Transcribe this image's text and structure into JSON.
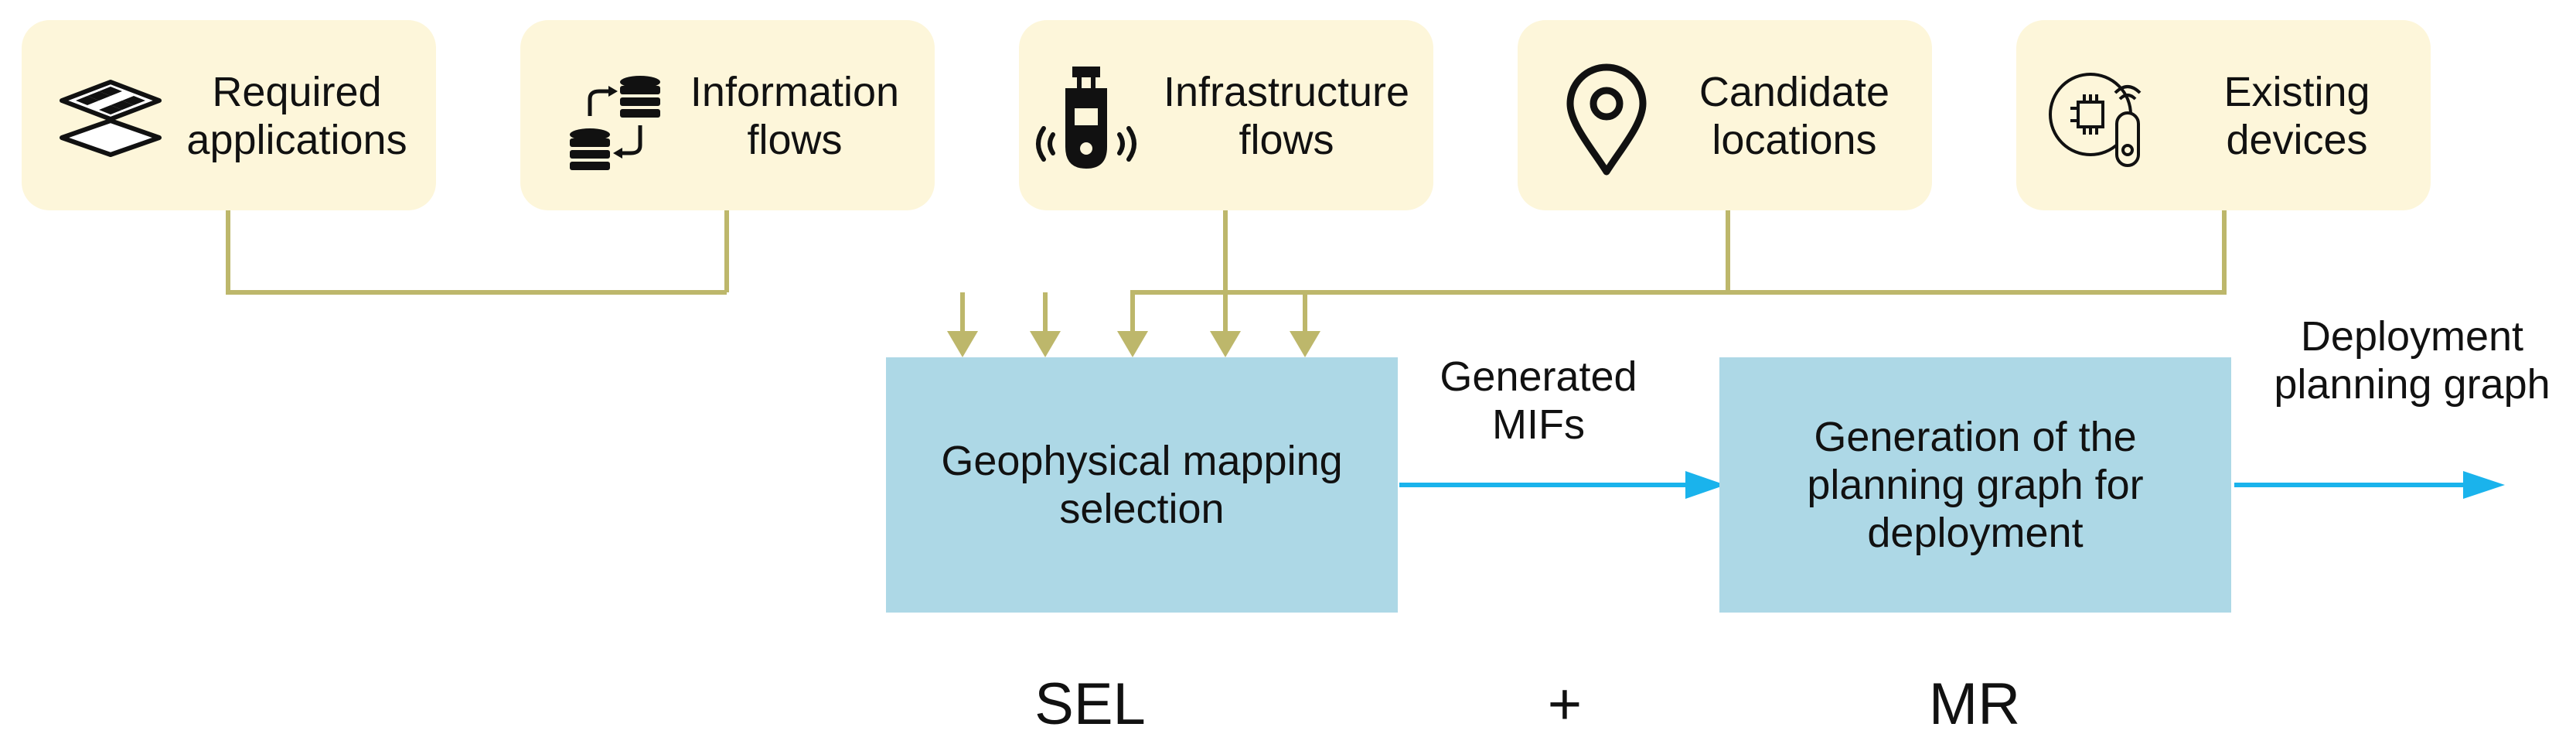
{
  "inputs": [
    {
      "name": "required-applications",
      "icon": "layers-icon",
      "line1": "Required",
      "line2": "applications"
    },
    {
      "name": "information-flows",
      "icon": "database-sync-icon",
      "line1": "Information",
      "line2": "flows"
    },
    {
      "name": "infrastructure-flows",
      "icon": "sensor-signal-icon",
      "line1": "Infrastructure",
      "line2": "flows"
    },
    {
      "name": "candidate-locations",
      "icon": "map-pin-icon",
      "line1": "Candidate",
      "line2": "locations"
    },
    {
      "name": "existing-devices",
      "icon": "iot-device-icon",
      "line1": "Existing",
      "line2": "devices"
    }
  ],
  "processes": {
    "sel": {
      "line1": "Geophysical mapping",
      "line2": "selection"
    },
    "mr": {
      "line1": "Generation of the",
      "line2": "planning graph for",
      "line3": "deployment"
    }
  },
  "flows": {
    "generated": {
      "line1": "Generated",
      "line2": "MIFs"
    },
    "deployment": {
      "line1": "Deployment",
      "line2": "planning graph"
    }
  },
  "stages": {
    "sel": "SEL",
    "plus": "+",
    "mr": "MR"
  },
  "colors": {
    "input_box": "#fdf6da",
    "process_box": "#add8e6",
    "connector": "#bdb76b",
    "flow_arrow": "#1ab3ec"
  }
}
